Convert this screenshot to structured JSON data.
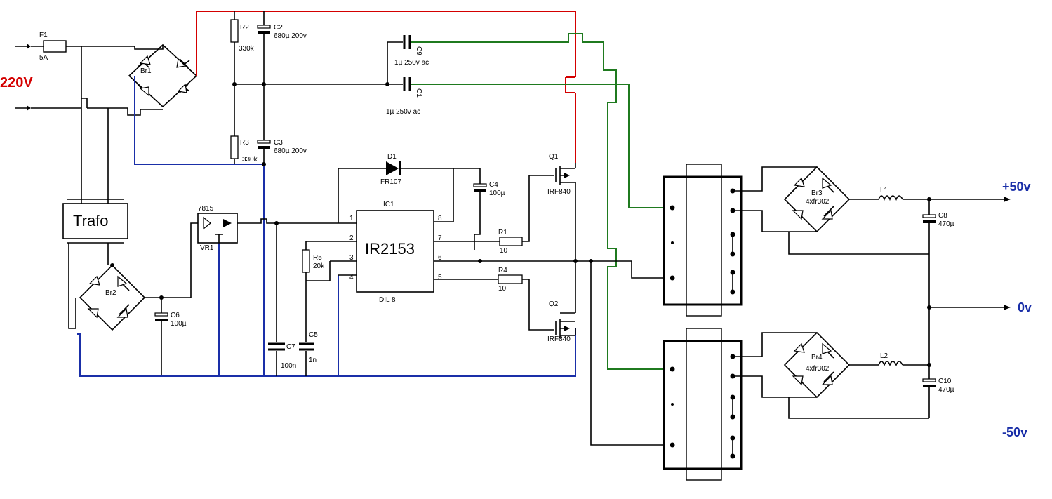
{
  "input": {
    "voltage": "220V"
  },
  "fuse": {
    "ref": "F1",
    "value": "5A"
  },
  "bridges": {
    "br1": {
      "ref": "Br1",
      "value": ""
    },
    "br2": {
      "ref": "Br2",
      "value": ""
    },
    "br3": {
      "ref": "Br3",
      "value": "4xfr302"
    },
    "br4": {
      "ref": "Br4",
      "value": "4xfr302"
    }
  },
  "transformer": {
    "label": "Trafo"
  },
  "resistors": {
    "r1": {
      "ref": "R1",
      "value": "10"
    },
    "r2": {
      "ref": "R2",
      "value": "330k"
    },
    "r3": {
      "ref": "R3",
      "value": "330k"
    },
    "r4": {
      "ref": "R4",
      "value": "10"
    },
    "r5": {
      "ref": "R5",
      "value": "20k"
    }
  },
  "capacitors": {
    "c1": {
      "ref": "C1",
      "value": "1µ 250v ac"
    },
    "c2": {
      "ref": "C2",
      "value": "680µ 200v"
    },
    "c3": {
      "ref": "C3",
      "value": "680µ  200v"
    },
    "c4": {
      "ref": "C4",
      "value": "100µ"
    },
    "c5": {
      "ref": "C5",
      "value": "1n"
    },
    "c6": {
      "ref": "C6",
      "value": "100µ"
    },
    "c7": {
      "ref": "C7",
      "value": "100n"
    },
    "c8": {
      "ref": "C8",
      "value": "470µ"
    },
    "c9": {
      "ref": "C9",
      "value": "1µ 250v ac"
    },
    "c10": {
      "ref": "C10",
      "value": "470µ"
    }
  },
  "diode": {
    "ref": "D1",
    "value": "FR107"
  },
  "regulator": {
    "ref": "VR1",
    "part": "7815"
  },
  "ic": {
    "ref": "IC1",
    "part": "IR2153",
    "package": "DIL 8",
    "pins": [
      "1",
      "2",
      "3",
      "4",
      "5",
      "6",
      "7",
      "8"
    ]
  },
  "mosfets": {
    "q1": {
      "ref": "Q1",
      "part": "IRF840"
    },
    "q2": {
      "ref": "Q2",
      "part": "IRF840"
    }
  },
  "inductors": {
    "l1": {
      "ref": "L1"
    },
    "l2": {
      "ref": "L2"
    }
  },
  "outputs": {
    "positive": "+50v",
    "zero": "0v",
    "negative": "-50v"
  },
  "colors": {
    "hv_rail": "#d40000",
    "ground": "#1a2fa8",
    "transformer_drive": "#1f7a1f",
    "wire": "#000000"
  }
}
